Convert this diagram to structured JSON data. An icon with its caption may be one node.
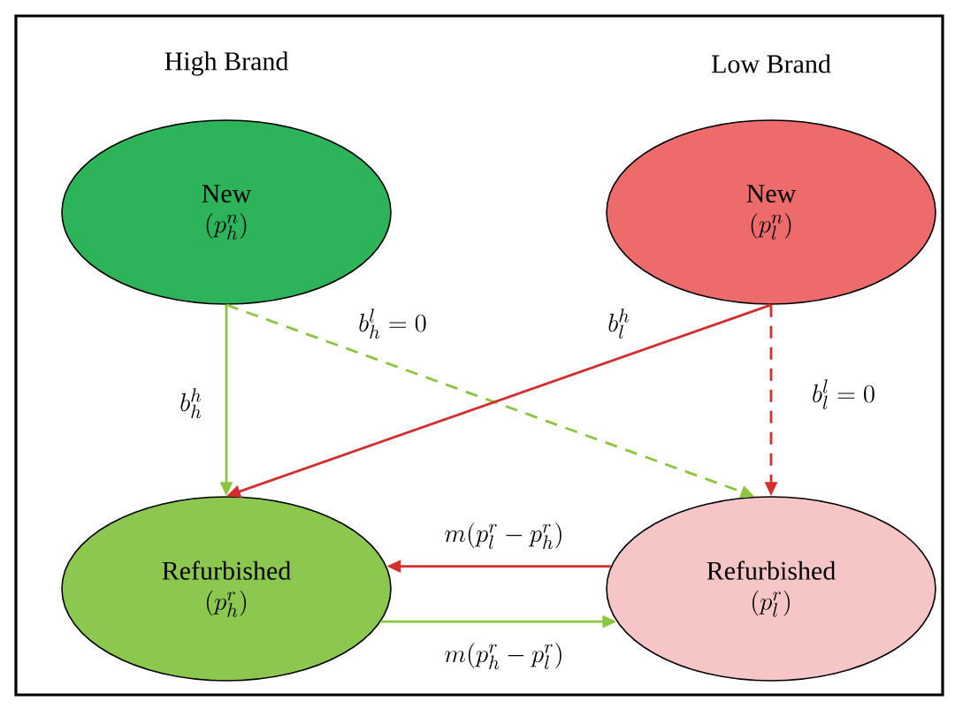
{
  "diagram": {
    "nodes": [
      {
        "text": [
          "New",
          "(p_h^n)"
        ]
      },
      {
        "text": [
          "New",
          "(p_l^n)"
        ]
      },
      {
        "text": [
          "Refurbished",
          "(p_h^r)"
        ]
      },
      {
        "text": [
          "Refurbished",
          "(p_l^r)"
        ]
      }
    ],
    "edges": [
      {
        "from": 0,
        "to": 2,
        "arrow": "to",
        "label": "b_h^h",
        "color": "#8cc63f"
      },
      {
        "from": 0,
        "to": 3,
        "arrow": "to",
        "label": "b_h^l = 0",
        "style": "dashed",
        "color": "#8cc63f"
      },
      {
        "from": 1,
        "to": 2,
        "arrow": "to",
        "label": "b_l^h",
        "color": "#d32f2f"
      },
      {
        "from": 1,
        "to": 3,
        "arrow": "to",
        "label": "b_l^l = 0",
        "style": "dashed",
        "color": "#d32f2f"
      },
      {
        "from": 3,
        "to": 2,
        "arrow": "to",
        "label": "m(p_l^r - p_h^r)",
        "color": "#d32f2f"
      },
      {
        "from": 2,
        "to": 3,
        "arrow": "to",
        "label": "m(p_h^r - p_l^r)",
        "color": "#8cc63f"
      }
    ],
    "labels": [
      "High Brand",
      "Low Brand"
    ]
  }
}
